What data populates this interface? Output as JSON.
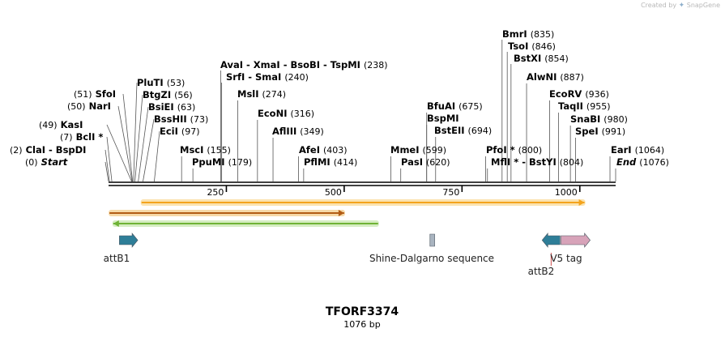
{
  "credit": {
    "prefix": "Created by",
    "brand": "SnapGene"
  },
  "sequence": {
    "name": "TFORF3374",
    "length_label": "1076 bp",
    "length": 1076
  },
  "ruler": {
    "ticks": [
      250,
      500,
      750,
      1000
    ]
  },
  "enzymes": [
    {
      "id": "clai",
      "text": "(2)  ClaI  -  BspDI",
      "pos": 2
    },
    {
      "id": "start",
      "text": "(0)  Start",
      "pos": 0,
      "italic": true
    },
    {
      "id": "bcli",
      "text": "(7)  BclI *",
      "pos": 7
    },
    {
      "id": "kasi",
      "text": "(49)  KasI",
      "pos": 49
    },
    {
      "id": "nari",
      "text": "(50)  NarI",
      "pos": 50
    },
    {
      "id": "sfoi",
      "text": "(51)  SfoI",
      "pos": 51
    },
    {
      "id": "pluti",
      "text": "PluTI  (53)",
      "pos": 53
    },
    {
      "id": "btgzi",
      "text": "BtgZI  (56)",
      "pos": 56
    },
    {
      "id": "bsiei",
      "text": "BsiEI  (63)",
      "pos": 63
    },
    {
      "id": "bsshii",
      "text": "BssHII  (73)",
      "pos": 73
    },
    {
      "id": "ecii",
      "text": "EciI  (97)",
      "pos": 97
    },
    {
      "id": "msci",
      "text": "MscI  (155)",
      "pos": 155
    },
    {
      "id": "ppumi",
      "text": "PpuMI  (179)",
      "pos": 179
    },
    {
      "id": "srfi",
      "text": "SrfI  -  SmaI  (240)",
      "pos": 240
    },
    {
      "id": "avai",
      "text": "AvaI  -  XmaI  -  BsoBI  -  TspMI  (238)",
      "pos": 238
    },
    {
      "id": "msli",
      "text": "MslI  (274)",
      "pos": 274
    },
    {
      "id": "econi",
      "text": "EcoNI  (316)",
      "pos": 316
    },
    {
      "id": "afliii",
      "text": "AflIII  (349)",
      "pos": 349
    },
    {
      "id": "afei",
      "text": "AfeI  (403)",
      "pos": 403
    },
    {
      "id": "pflmi",
      "text": "PflMI  (414)",
      "pos": 414
    },
    {
      "id": "mmei",
      "text": "MmeI  (599)",
      "pos": 599
    },
    {
      "id": "pasi",
      "text": "PasI  (620)",
      "pos": 620
    },
    {
      "id": "bfuai",
      "text": "BfuAI  (675)",
      "pos": 675
    },
    {
      "id": "bspmi",
      "text": "BspMI",
      "pos": 675
    },
    {
      "id": "bsteii",
      "text": "BstEII  (694)",
      "pos": 694
    },
    {
      "id": "pfoi",
      "text": "PfoI *  (800)",
      "pos": 800
    },
    {
      "id": "mfli",
      "text": "MflI *  -  BstYI  (804)",
      "pos": 804
    },
    {
      "id": "bmri",
      "text": "BmrI  (835)",
      "pos": 835
    },
    {
      "id": "tsoi",
      "text": "TsoI  (846)",
      "pos": 846
    },
    {
      "id": "bstxi",
      "text": "BstXI  (854)",
      "pos": 854
    },
    {
      "id": "alwni",
      "text": "AlwNI  (887)",
      "pos": 887
    },
    {
      "id": "ecorv",
      "text": "EcoRV  (936)",
      "pos": 936
    },
    {
      "id": "taqii",
      "text": "TaqII  (955)",
      "pos": 955
    },
    {
      "id": "snabi",
      "text": "SnaBI  (980)",
      "pos": 980
    },
    {
      "id": "spei",
      "text": "SpeI  (991)",
      "pos": 991
    },
    {
      "id": "eari",
      "text": "EarI  (1064)",
      "pos": 1064
    },
    {
      "id": "end",
      "text": "End  (1076)",
      "pos": 1076,
      "italic": true
    }
  ],
  "features": [
    {
      "id": "attb1",
      "label": "attB1",
      "start": 23,
      "end": 62,
      "direction": "forward",
      "color": "#2e7e98"
    },
    {
      "id": "shine-dalgarno",
      "label": "Shine-Dalgarno sequence",
      "start": 682,
      "end": 692,
      "direction": "none",
      "color": "#a9b4c0"
    },
    {
      "id": "attb2",
      "label": "attB2",
      "start": 920,
      "end": 958,
      "direction": "reverse",
      "color": "#2e7e98"
    },
    {
      "id": "v5-tag",
      "label": "V5 tag",
      "start": 960,
      "end": 1022,
      "direction": "forward",
      "color": "#d7a3b9"
    }
  ],
  "orfs": [
    {
      "id": "orf-orange",
      "start": 70,
      "end": 1010,
      "direction": "forward",
      "color": "#f4a41d",
      "glow": "#fbe3b0"
    },
    {
      "id": "orf-brown",
      "start": 2,
      "end": 500,
      "direction": "forward",
      "color": "#b25c16",
      "glow": "#f6d9a8"
    },
    {
      "id": "orf-green",
      "start": 10,
      "end": 572,
      "direction": "reverse",
      "color": "#6fb336",
      "glow": "#d6edc2"
    }
  ]
}
